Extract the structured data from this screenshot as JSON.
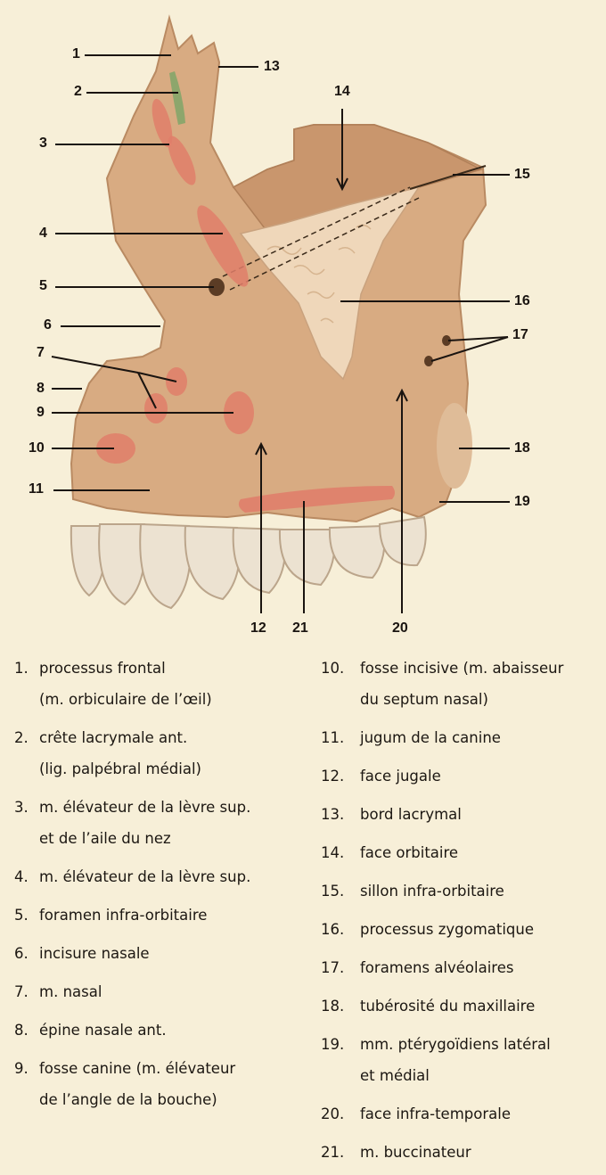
{
  "callouts": {
    "1": "1",
    "2": "2",
    "3": "3",
    "4": "4",
    "5": "5",
    "6": "6",
    "7": "7",
    "8": "8",
    "9": "9",
    "10": "10",
    "11": "11",
    "12": "12",
    "13": "13",
    "14": "14",
    "15": "15",
    "16": "16",
    "17": "17",
    "18": "18",
    "19": "19",
    "20": "20",
    "21": "21"
  },
  "colors": {
    "background": "#f7efd8",
    "bone": "#d8ab82",
    "bone_shadow": "#c18e67",
    "muscle_insertion": "#e07e6a",
    "ligament": "#8da66c",
    "zygomatic": "#efd7ba",
    "tooth": "#ece2d1"
  },
  "legend": {
    "left": [
      {
        "num": "1.",
        "l1": "processus frontal",
        "l2": "(m. orbiculaire de l’œil)"
      },
      {
        "num": "2.",
        "l1": "crête lacrymale ant.",
        "l2": "(lig. palpébral médial)"
      },
      {
        "num": "3.",
        "l1": "m. élévateur de la lèvre sup.",
        "l2": "et de l’aile du nez"
      },
      {
        "num": "4.",
        "l1": "m. élévateur de la lèvre sup.",
        "l2": ""
      },
      {
        "num": "5.",
        "l1": "foramen infra-orbitaire",
        "l2": ""
      },
      {
        "num": "6.",
        "l1": "incisure nasale",
        "l2": ""
      },
      {
        "num": "7.",
        "l1": "m. nasal",
        "l2": ""
      },
      {
        "num": "8.",
        "l1": "épine nasale ant.",
        "l2": ""
      },
      {
        "num": "9.",
        "l1": "fosse canine (m. élévateur",
        "l2": "de l’angle de la bouche)"
      }
    ],
    "right": [
      {
        "num": "10.",
        "l1": "fosse incisive (m. abaisseur",
        "l2": "du septum nasal)"
      },
      {
        "num": "11.",
        "l1": "jugum de la canine",
        "l2": ""
      },
      {
        "num": "12.",
        "l1": "face jugale",
        "l2": ""
      },
      {
        "num": "13.",
        "l1": "bord lacrymal",
        "l2": ""
      },
      {
        "num": "14.",
        "l1": "face orbitaire",
        "l2": ""
      },
      {
        "num": "15.",
        "l1": "sillon infra-orbitaire",
        "l2": ""
      },
      {
        "num": "16.",
        "l1": "processus zygomatique",
        "l2": ""
      },
      {
        "num": "17.",
        "l1": "foramens alvéolaires",
        "l2": ""
      },
      {
        "num": "18.",
        "l1": "tubérosité du maxillaire",
        "l2": ""
      },
      {
        "num": "19.",
        "l1": "mm. ptérygoïdiens latéral",
        "l2": "et médial"
      },
      {
        "num": "20.",
        "l1": "face infra-temporale",
        "l2": ""
      },
      {
        "num": "21.",
        "l1": "m. buccinateur",
        "l2": ""
      }
    ]
  }
}
